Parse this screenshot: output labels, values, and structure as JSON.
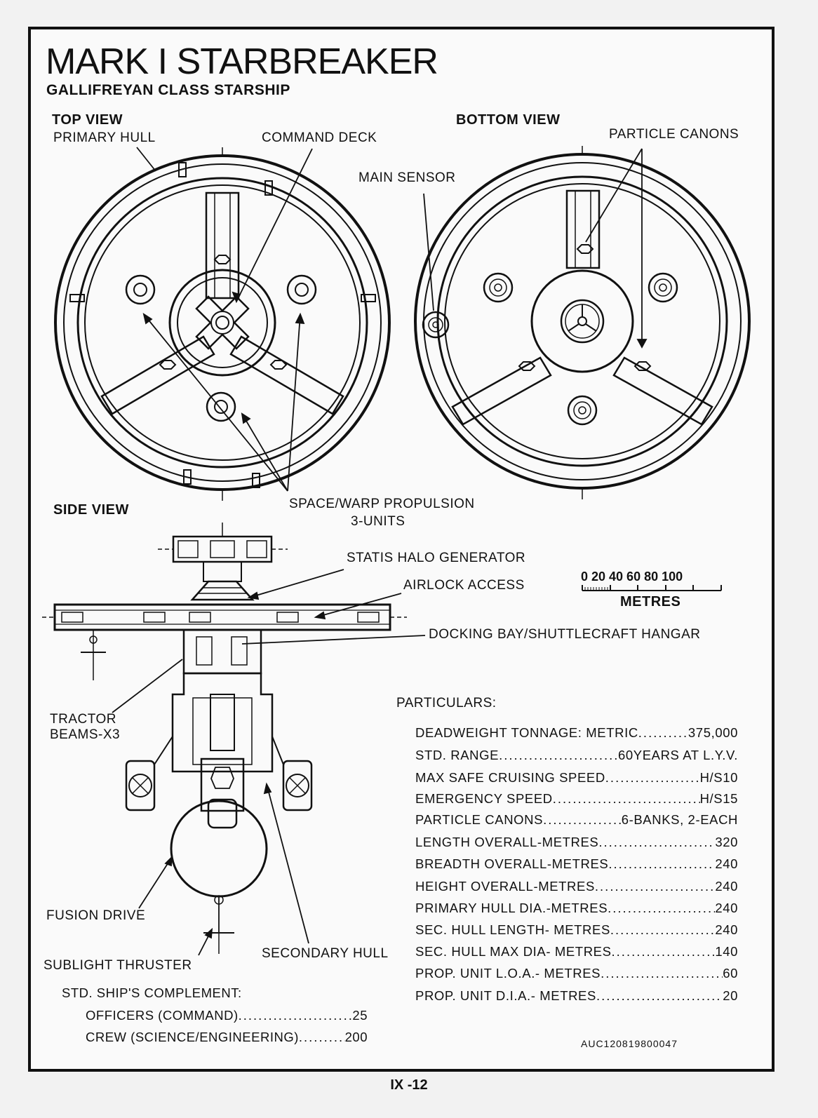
{
  "title": "MARK I  STARBREAKER",
  "subtitle": "GALLIFREYAN CLASS STARSHIP",
  "views": {
    "top": "TOP VIEW",
    "bottom": "BOTTOM VIEW",
    "side": "SIDE VIEW"
  },
  "callouts": {
    "primary_hull": "PRIMARY HULL",
    "command_deck": "COMMAND DECK",
    "particle_canons": "PARTICLE CANONS",
    "main_sensor": "MAIN SENSOR",
    "propulsion_1": "SPACE/WARP  PROPULSION",
    "propulsion_2": "3-UNITS",
    "statis_halo": "STATIS  HALO  GENERATOR",
    "airlock": "AIRLOCK  ACCESS",
    "docking_bay": "DOCKING  BAY/SHUTTLECRAFT  HANGAR",
    "tractor_1": "TRACTOR",
    "tractor_2": "BEAMS-X3",
    "fusion_drive": "FUSION  DRIVE",
    "sublight": "SUBLIGHT  THRUSTER",
    "secondary_hull": "SECONDARY  HULL"
  },
  "scale": {
    "ticks": "0  20  40  60  80 100",
    "unit": "METRES"
  },
  "particulars": {
    "heading": "PARTICULARS:",
    "rows": [
      {
        "label": "DEADWEIGHT  TONNAGE:  METRIC",
        "value": "375,000"
      },
      {
        "label": "STD.  RANGE",
        "value": "60YEARS  AT  L.Y.V."
      },
      {
        "label": "MAX  SAFE  CRUISING  SPEED",
        "value": "H/S10"
      },
      {
        "label": "EMERGENCY  SPEED",
        "value": "H/S15"
      },
      {
        "label": "PARTICLE  CANONS",
        "value": "6-BANKS,  2-EACH"
      },
      {
        "label": "LENGTH  OVERALL-METRES",
        "value": "320"
      },
      {
        "label": "BREADTH  OVERALL-METRES",
        "value": "240"
      },
      {
        "label": "HEIGHT  OVERALL-METRES",
        "value": "240"
      },
      {
        "label": "PRIMARY  HULL  DIA.-METRES",
        "value": "240"
      },
      {
        "label": "SEC.  HULL  LENGTH- METRES",
        "value": "240"
      },
      {
        "label": "SEC.  HULL  MAX  DIA- METRES",
        "value": "140"
      },
      {
        "label": "PROP.  UNIT  L.O.A.- METRES",
        "value": "60"
      },
      {
        "label": "PROP.  UNIT  D.I.A.- METRES",
        "value": "20"
      }
    ]
  },
  "complement": {
    "heading": "STD.  SHIP'S  COMPLEMENT:",
    "rows": [
      {
        "label": "OFFICERS  (COMMAND)",
        "value": "25"
      },
      {
        "label": "CREW  (SCIENCE/ENGINEERING)",
        "value": "200"
      }
    ]
  },
  "serial": "AUC120819800047",
  "page_number": "IX -12"
}
